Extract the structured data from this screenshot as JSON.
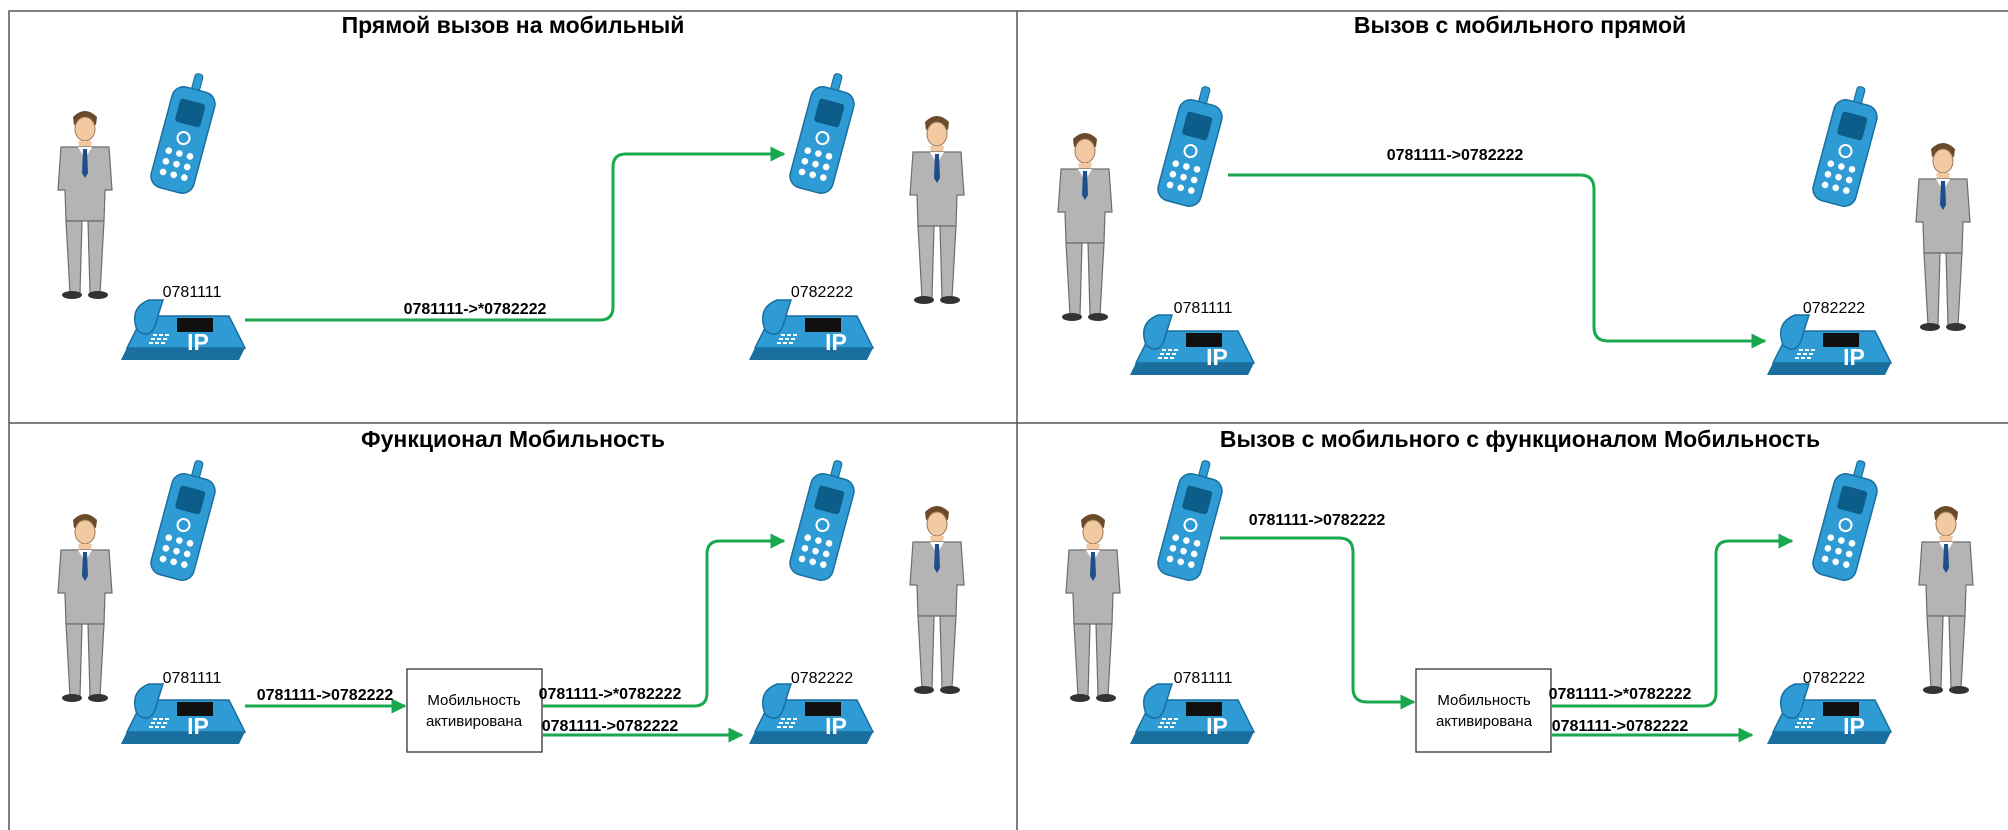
{
  "colors": {
    "arrow": "#1aa84f",
    "device": "#2f9bd5",
    "suit": "#b4b4b4",
    "divider": "#555555"
  },
  "icons": [
    "person-icon",
    "mobile-phone-icon",
    "ip-phone-icon"
  ],
  "panels": [
    {
      "title": "Прямой вызов на мобильный",
      "caller_number": "0781111",
      "callee_number": "0782222",
      "calls": [
        "0781111->*0782222"
      ]
    },
    {
      "title": "Вызов с мобильного прямой",
      "caller_number": "0781111",
      "callee_number": "0782222",
      "calls": [
        "0781111->0782222"
      ]
    },
    {
      "title": "Функционал Мобильность",
      "caller_number": "0781111",
      "callee_number": "0782222",
      "calls": [
        "0781111->0782222",
        "0781111->*0782222",
        "0781111->0782222"
      ],
      "box": [
        "Мобильность",
        "активирована"
      ]
    },
    {
      "title": "Вызов с мобильного с функционалом Мобильность",
      "caller_number": "0781111",
      "callee_number": "0782222",
      "calls": [
        "0781111->0782222",
        "0781111->*0782222",
        "0781111->0782222"
      ],
      "box": [
        "Мобильность",
        "активирована"
      ]
    }
  ],
  "ip_label": "IP"
}
